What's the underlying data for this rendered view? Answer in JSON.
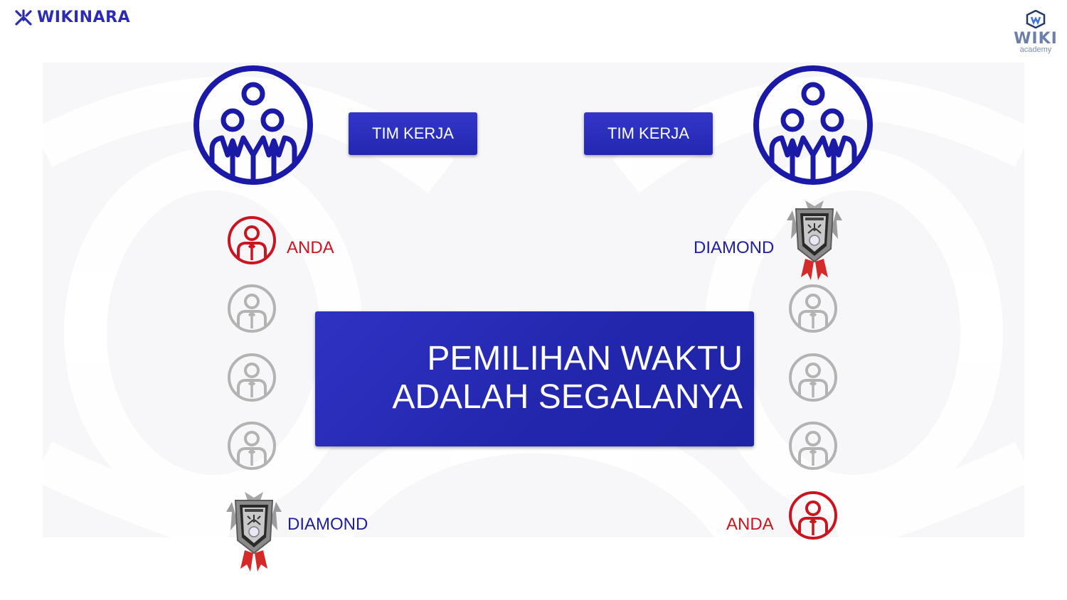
{
  "brand": {
    "name": "WIKINARA",
    "icon": "wikinara-logo-icon"
  },
  "academy": {
    "title": "WIKI",
    "subtitle": "academy",
    "icon": "wiki-academy-logo-icon"
  },
  "left_column": {
    "team_icon": "team-group-icon",
    "button_label": "TIM KERJA",
    "top_label": "ANDA",
    "bottom_label": "DIAMOND"
  },
  "right_column": {
    "team_icon": "team-group-icon",
    "button_label": "TIM KERJA",
    "top_label": "DIAMOND",
    "bottom_label": "ANDA"
  },
  "banner": {
    "line1": "PEMILIHAN WAKTU",
    "line2": "ADALAH SEGALANYA"
  },
  "colors": {
    "primary_blue": "#2227b0",
    "icon_blue": "#1a1aa6",
    "accent_red": "#c8151f",
    "inactive_gray": "#b3b3b3"
  }
}
